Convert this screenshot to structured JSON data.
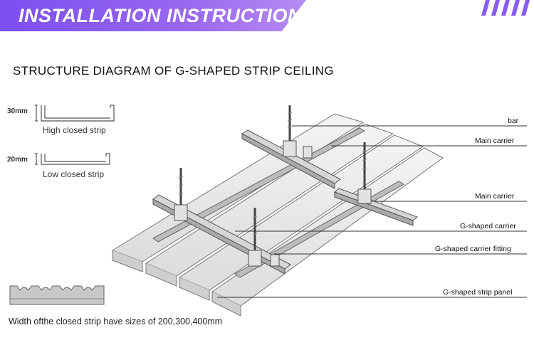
{
  "header": {
    "title": "INSTALLATION INSTRUCTION",
    "accent_color": "#8a5cf0"
  },
  "diagram_title": "STRUCTURE DIAGRAM OF G-SHAPED STRIP CEILING",
  "strip_types": [
    {
      "dimension": "30mm",
      "caption": "High closed strip"
    },
    {
      "dimension": "20mm",
      "caption": "Low closed strip"
    }
  ],
  "callouts": [
    {
      "label": "bar"
    },
    {
      "label": "Main carrier"
    },
    {
      "label": "Main carrier"
    },
    {
      "label": "G-shaped carrier"
    },
    {
      "label": "G-shaped carrier fitting"
    },
    {
      "label": "G-shaped strip panel"
    }
  ],
  "width_note": "Width ofthe closed strip have sizes of 200,300,400mm"
}
